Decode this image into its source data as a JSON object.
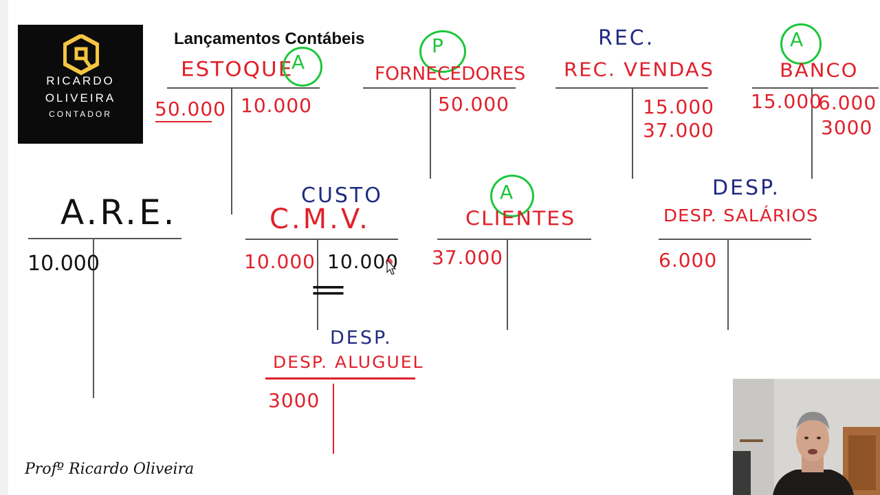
{
  "logo": {
    "line1": "RICARDO",
    "line2": "OLIVEIRA",
    "line3": "CONTADOR",
    "icon": "logo-mark-icon",
    "accent": "#f5c542"
  },
  "title": "Lançamentos Contábeis",
  "signature": "Profº Ricardo Oliveira",
  "colors": {
    "debit_credit_ink": "#e0202a",
    "type_ink": "#1f2a80",
    "classification_circle": "#1cc63a"
  },
  "accounts": {
    "estoque": {
      "name": "ESTOQUE",
      "tag": "A",
      "debit": [
        "50.000"
      ],
      "credit": [
        "10.000"
      ]
    },
    "fornecedores": {
      "name": "FORNECEDORES",
      "tag": "P",
      "debit": [],
      "credit": [
        "50.000"
      ]
    },
    "rec_vendas": {
      "type": "REC.",
      "name": "REC. VENDAS",
      "debit": [],
      "credit": [
        "15.000",
        "37.000"
      ]
    },
    "banco": {
      "name": "BANCO",
      "tag": "A",
      "debit": [
        "15.000"
      ],
      "credit": [
        "6.000",
        "3000"
      ]
    },
    "are": {
      "name": "A.R.E.",
      "debit": [
        "10.000"
      ],
      "credit": []
    },
    "cmv": {
      "type": "CUSTO",
      "name": "C.M.V.",
      "debit": [
        "10.000"
      ],
      "credit": [
        "10.000"
      ],
      "balance_mark": "="
    },
    "clientes": {
      "name": "CLIENTES",
      "tag": "A",
      "debit": [
        "37.000"
      ],
      "credit": []
    },
    "desp_salarios": {
      "type": "DESP.",
      "name": "DESP. SALÁRIOS",
      "debit": [
        "6.000"
      ],
      "credit": []
    },
    "desp_aluguel": {
      "type": "DESP.",
      "name": "DESP. ALUGUEL",
      "debit": [
        "3000"
      ],
      "credit": []
    }
  },
  "webcam": {
    "label": "presenter-webcam"
  },
  "pointer": {
    "icon": "mouse-pointer-icon"
  }
}
